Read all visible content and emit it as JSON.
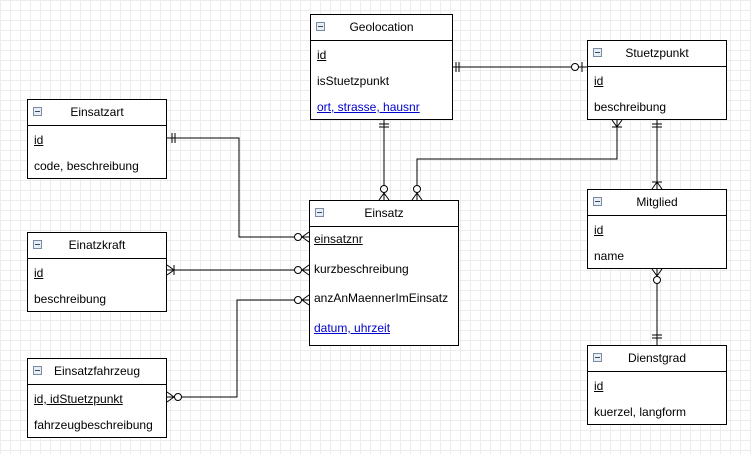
{
  "entities": {
    "geolocation": {
      "title": "Geolocation",
      "attrs": [
        "id",
        "isStuetzpunkt",
        "ort, strasse, hausnr"
      ]
    },
    "stuetzpunkt": {
      "title": "Stuetzpunkt",
      "attrs": [
        "id",
        "beschreibung"
      ]
    },
    "einsatzart": {
      "title": "Einsatzart",
      "attrs": [
        "id",
        "code, beschreibung"
      ]
    },
    "einsatz": {
      "title": "Einsatz",
      "attrs": [
        "einsatznr",
        "kurzbeschreibung",
        "anzAnMaennerImEinsatz",
        "datum, uhrzeit"
      ]
    },
    "einatzkraft": {
      "title": "Einatzkraft",
      "attrs": [
        "id",
        "beschreibung"
      ]
    },
    "einsatzfahrzeug": {
      "title": "Einsatzfahrzeug",
      "attrs": [
        "id, idStuetzpunkt",
        "fahrzeugbeschreibung"
      ]
    },
    "mitglied": {
      "title": "Mitglied",
      "attrs": [
        "id",
        "name"
      ]
    },
    "dienstgrad": {
      "title": "Dienstgrad",
      "attrs": [
        "id",
        "kuerzel, langform"
      ]
    }
  }
}
